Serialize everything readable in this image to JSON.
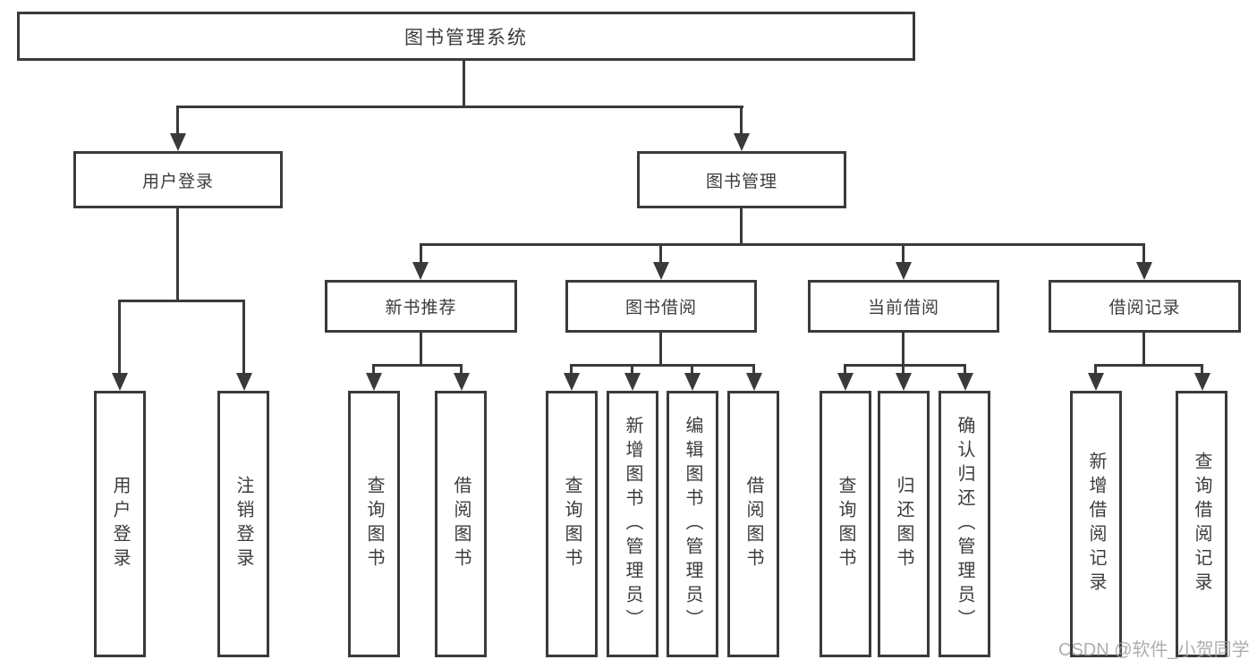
{
  "title": "图书管理系统",
  "branches": [
    {
      "label": "用户登录",
      "leaves": [
        "用户登录",
        "注销登录"
      ]
    },
    {
      "label": "图书管理",
      "groups": [
        {
          "label": "新书推荐",
          "leaves": [
            "查询图书",
            "借阅图书"
          ]
        },
        {
          "label": "图书借阅",
          "leaves": [
            "查询图书",
            "新增图书（管理员）",
            "编辑图书（管理员）",
            "借阅图书"
          ]
        },
        {
          "label": "当前借阅",
          "leaves": [
            "查询图书",
            "归还图书",
            "确认归还（管理员）"
          ]
        },
        {
          "label": "借阅记录",
          "leaves": [
            "新增借阅记录",
            "查询借阅记录"
          ]
        }
      ]
    }
  ],
  "watermark": "CSDN @软件_小贺同学",
  "colors": {
    "line": "#3a3a3a",
    "text": "#3c3c3c",
    "watermark": "#a0a0a0",
    "background": "#ffffff"
  }
}
